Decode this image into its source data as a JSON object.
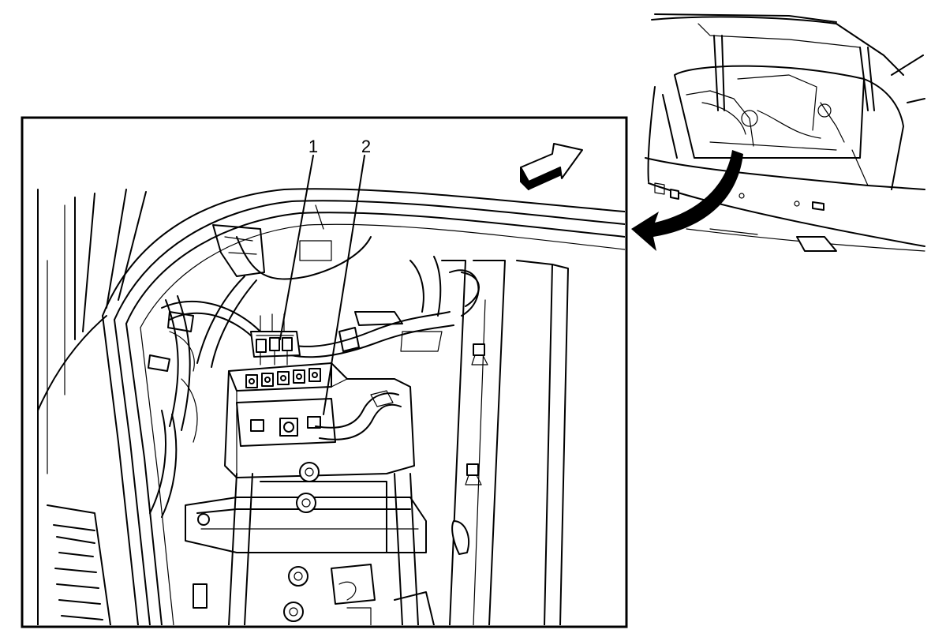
{
  "callouts": [
    {
      "id": "1",
      "label": "1"
    },
    {
      "id": "2",
      "label": "2"
    }
  ],
  "icons": {
    "forward_arrow": "forward-direction-arrow-icon",
    "rotate_arrow": "view-rotation-arrow-icon"
  }
}
